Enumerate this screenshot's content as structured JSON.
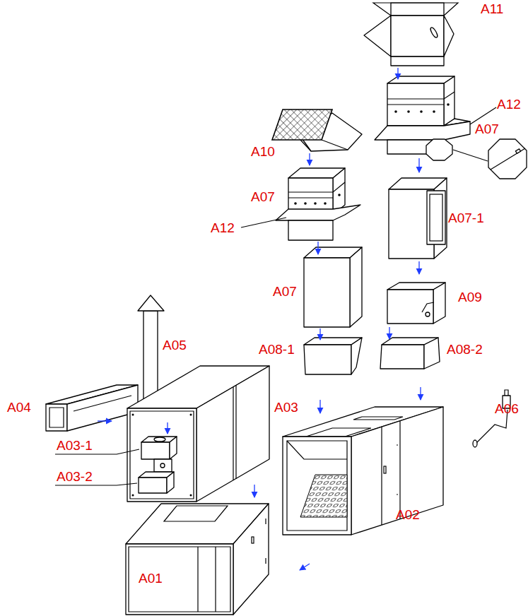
{
  "diagram": {
    "labels": [
      "A11",
      "A12",
      "A07",
      "A10",
      "A07",
      "A07-1",
      "A12",
      "A07",
      "A09",
      "A05",
      "A08-1",
      "A08-2",
      "A03",
      "A04",
      "A06",
      "A03-1",
      "A03-2",
      "A02",
      "A01"
    ]
  }
}
